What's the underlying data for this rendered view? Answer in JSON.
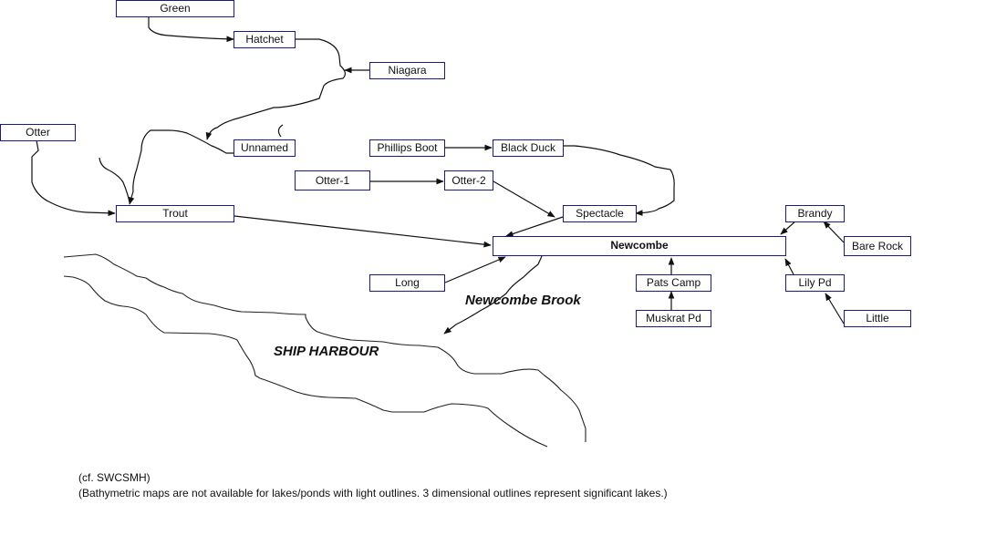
{
  "diagram": {
    "title": "Newcombe Brook watershed lake/pond flow diagram",
    "nodes": {
      "green": "Green",
      "hatchet": "Hatchet",
      "niagara": "Niagara",
      "otter": "Otter",
      "unnamed": "Unnamed",
      "trout": "Trout",
      "phillips_boot": "Phillips Boot",
      "black_duck": "Black Duck",
      "otter_1": "Otter-1",
      "otter_2": "Otter-2",
      "spectacle": "Spectacle",
      "newcombe": "Newcombe",
      "long": "Long",
      "brandy": "Brandy",
      "bare_rock": "Bare Rock",
      "pats_camp": "Pats Camp",
      "lily_pd": "Lily Pd",
      "muskrat_pd": "Muskrat Pd",
      "little": "Little"
    },
    "flows": [
      [
        "Green",
        "Hatchet"
      ],
      [
        "Hatchet",
        "Unnamed/Trout stream"
      ],
      [
        "Niagara",
        "Hatchet stream"
      ],
      [
        "Unnamed",
        "Trout"
      ],
      [
        "Otter",
        "Trout"
      ],
      [
        "Trout",
        "Newcombe"
      ],
      [
        "Phillips Boot",
        "Black Duck"
      ],
      [
        "Black Duck",
        "Spectacle"
      ],
      [
        "Otter-1",
        "Otter-2"
      ],
      [
        "Otter-2",
        "Spectacle"
      ],
      [
        "Spectacle",
        "Newcombe"
      ],
      [
        "Long",
        "Newcombe"
      ],
      [
        "Brandy",
        "Newcombe"
      ],
      [
        "Bare Rock",
        "Brandy"
      ],
      [
        "Pats Camp",
        "Newcombe"
      ],
      [
        "Muskrat Pd",
        "Pats Camp"
      ],
      [
        "Lily Pd",
        "Newcombe"
      ],
      [
        "Little",
        "Lily Pd"
      ],
      [
        "Newcombe",
        "Ship Harbour"
      ]
    ],
    "labels": {
      "brook": "Newcombe Brook",
      "harbour": "SHIP HARBOUR"
    },
    "colors": {
      "box_border": "#1a1a80",
      "line": "#111111"
    }
  },
  "footnotes": {
    "source": "(cf. SWCSMH)",
    "note": "(Bathymetric maps are not available for lakes/ponds with light outlines. 3 dimensional outlines represent significant lakes.)"
  }
}
